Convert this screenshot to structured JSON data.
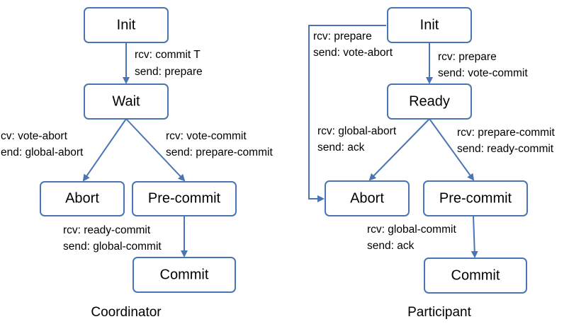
{
  "colors": {
    "box_stroke": "#4a75b4",
    "arrow": "#4a75b4",
    "text": "#000000"
  },
  "coordinator": {
    "caption": "Coordinator",
    "states": {
      "init": "Init",
      "wait": "Wait",
      "abort": "Abort",
      "precommit": "Pre-commit",
      "commit": "Commit"
    },
    "transitions": {
      "init_wait": {
        "rcv": "rcv: commit T",
        "send": "send: prepare"
      },
      "wait_abort": {
        "rcv": "cv: vote-abort",
        "send": "end: global-abort"
      },
      "wait_precommit": {
        "rcv": "rcv: vote-commit",
        "send": "send: prepare-commit"
      },
      "precommit_commit": {
        "rcv": "rcv: ready-commit",
        "send": "send: global-commit"
      }
    }
  },
  "participant": {
    "caption": "Participant",
    "states": {
      "init": "Init",
      "ready": "Ready",
      "abort": "Abort",
      "precommit": "Pre-commit",
      "commit": "Commit"
    },
    "transitions": {
      "init_abort": {
        "rcv": "rcv: prepare",
        "send": "send: vote-abort"
      },
      "init_ready": {
        "rcv": "rcv: prepare",
        "send": "send: vote-commit"
      },
      "ready_abort": {
        "rcv": "rcv: global-abort",
        "send": "send: ack"
      },
      "ready_precommit": {
        "rcv": "rcv: prepare-commit",
        "send": "send: ready-commit"
      },
      "precommit_commit": {
        "rcv": "rcv: global-commit",
        "send": "send: ack"
      }
    }
  }
}
